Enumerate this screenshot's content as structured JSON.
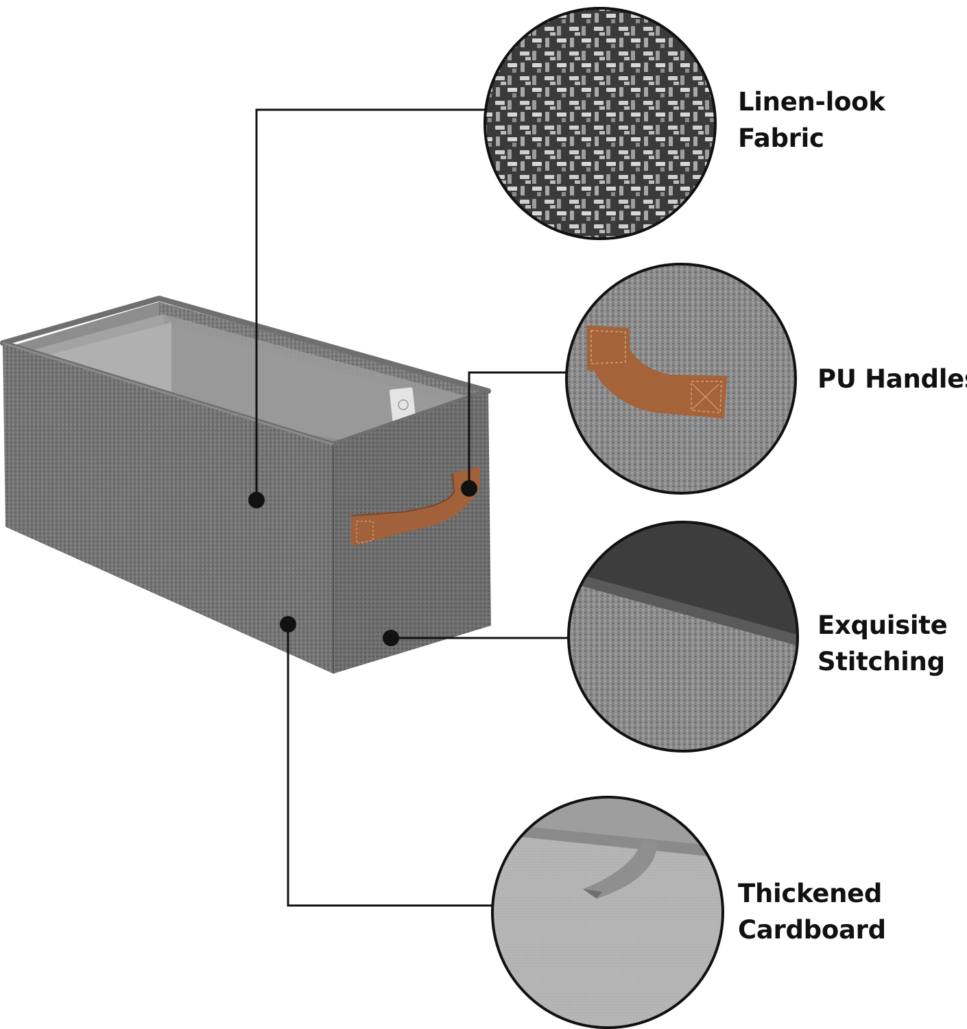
{
  "features": [
    {
      "id": "fabric",
      "lines": [
        "Linen-look",
        "Fabric"
      ]
    },
    {
      "id": "handles",
      "lines": [
        "PU Handles"
      ]
    },
    {
      "id": "stitching",
      "lines": [
        "Exquisite",
        "Stitching"
      ]
    },
    {
      "id": "cardboard",
      "lines": [
        "Thickened",
        "Cardboard"
      ]
    }
  ],
  "colors": {
    "fabric_gray": "#7a7a7a",
    "fabric_dark": "#5e5e5e",
    "interior_gray": "#9c9c9c",
    "leather_brown": "#a0603a",
    "callout_line": "#111111",
    "cardboard_gray": "#b9b9b9"
  },
  "icons": [
    "storage-bin-product-image",
    "fabric-texture-closeup",
    "handle-closeup",
    "stitching-closeup",
    "cardboard-closeup"
  ]
}
